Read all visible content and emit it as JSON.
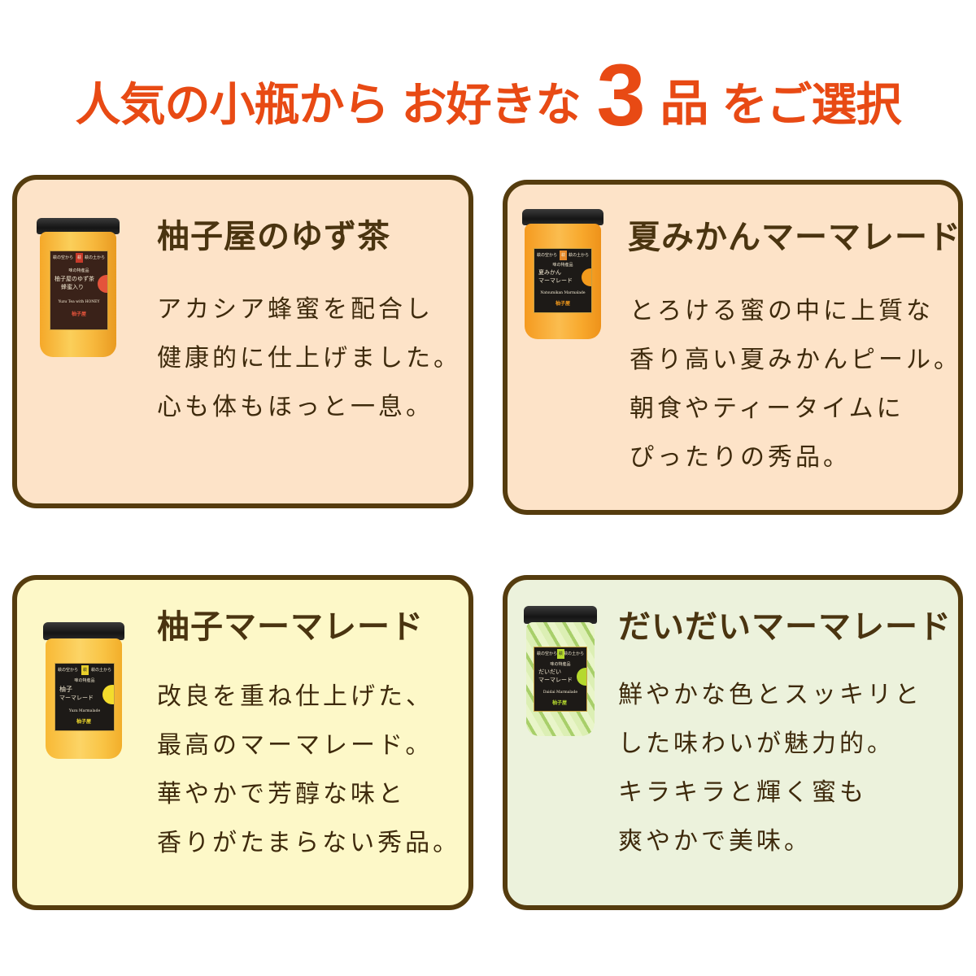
{
  "headline": {
    "part1": "人気の小瓶から",
    "part2": "お好きな",
    "number": "3",
    "unit": "品",
    "part3": "をご選択",
    "color": "#e84a14"
  },
  "products": [
    {
      "title": "柚子屋のゆず茶",
      "description": [
        "アカシア蜂蜜を配合し",
        "健康的に仕上げました。",
        "心も体もほっと一息。"
      ],
      "background": "#fde3c8",
      "jar": {
        "top_left": "萩の空から",
        "top_right": "萩の土から",
        "stamp": "萩",
        "sub": "味の特産品",
        "name_lines": [
          "柚子屋のゆず茶",
          "蜂蜜入り"
        ],
        "english": "Yuzu Tea with HONEY",
        "brand": "柚子屋",
        "fill_color": "#f6b13a",
        "slice_color": "#e4533b"
      }
    },
    {
      "title": "夏みかんマーマレード",
      "description": [
        "とろける蜜の中に上質な",
        "香り高い夏みかんピール。",
        "朝食やティータイムに",
        "ぴったりの秀品。"
      ],
      "background": "#fde3c8",
      "jar": {
        "top_left": "萩の空から",
        "top_right": "萩の土から",
        "stamp": "萩",
        "sub": "味の特産品",
        "name_lines": [
          "夏みかん",
          "マーマレード"
        ],
        "english": "Natsumikan Marmalade",
        "brand": "柚子屋",
        "fill_color": "#f7a93a",
        "slice_color": "#f39a1c"
      }
    },
    {
      "title": "柚子マーマレード",
      "description": [
        "改良を重ね仕上げた、",
        "最高のマーマレード。",
        "華やかで芳醇な味と",
        "香りがたまらない秀品。"
      ],
      "background": "#fdf8c8",
      "jar": {
        "top_left": "萩の空から",
        "top_right": "萩の土から",
        "stamp": "萩",
        "sub": "味の特産品",
        "name_lines": [
          "柚子",
          "マーマレード"
        ],
        "english": "Yuzu Marmalade",
        "brand": "柚子屋",
        "fill_color": "#f8c23e",
        "slice_color": "#f3dc2c"
      }
    },
    {
      "title": "だいだいマーマレード",
      "description": [
        "鮮やかな色とスッキリと",
        "した味わいが魅力的。",
        "キラキラと輝く蜜も",
        "爽やかで美味。"
      ],
      "background": "#ecf2dc",
      "jar": {
        "top_left": "萩の空から",
        "top_right": "萩の土から",
        "stamp": "萩",
        "sub": "味の特産品",
        "name_lines": [
          "だいだい",
          "マーマレード"
        ],
        "english": "Daidai Marmalade",
        "brand": "柚子屋",
        "fill_color": "#c9e39a",
        "slice_color": "#b5d92e"
      }
    }
  ],
  "colors": {
    "card_border": "#553c0e",
    "title_text": "#4a3410",
    "body_text": "#3e2a0c"
  }
}
